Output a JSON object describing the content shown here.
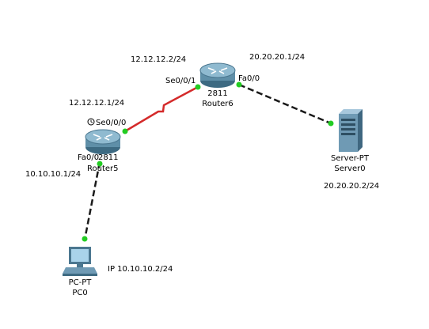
{
  "devices": {
    "router6": {
      "model": "2811",
      "name": "Router6",
      "icon": "router-icon"
    },
    "router5": {
      "model": "2811",
      "name": "Router5",
      "icon": "router-icon"
    },
    "server0": {
      "model": "Server-PT",
      "name": "Server0",
      "icon": "server-icon"
    },
    "pc0": {
      "model": "PC-PT",
      "name": "PC0",
      "icon": "pc-icon"
    }
  },
  "interfaces": {
    "router6_se": "Se0/0/1",
    "router6_fa": "Fa0/0",
    "router5_se": "Se0/0/0",
    "router5_fa": "Fa0/0"
  },
  "ip_labels": {
    "router6_se_ip": "12.12.12.2/24",
    "router6_fa_ip": "20.20.20.1/24",
    "router5_se_ip": "12.12.12.1/24",
    "router5_fa_ip": "10.10.10.1/24",
    "server_ip": "20.20.20.2/24",
    "pc_ip": "IP 10.10.10.2/24"
  },
  "colors": {
    "serial_link": "#d42a2a",
    "ethernet_link": "#1a1a1a",
    "link_up": "#22cc22",
    "router_body": "#5f8fa8",
    "server_body": "#6f9ab4"
  }
}
